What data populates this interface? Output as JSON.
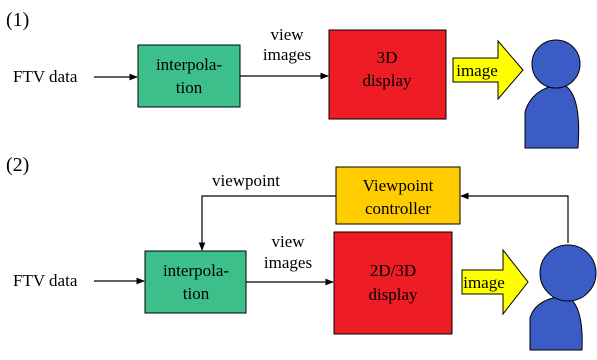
{
  "panel1": {
    "label": "(1)",
    "input": "FTV data",
    "interp": [
      "interpola-",
      "tion"
    ],
    "view_images": [
      "view",
      "images"
    ],
    "display": [
      "3D",
      "display"
    ],
    "image": "image"
  },
  "panel2": {
    "label": "(2)",
    "input": "FTV data",
    "interp": [
      "interpola-",
      "tion"
    ],
    "view_images": [
      "view",
      "images"
    ],
    "display": [
      "2D/3D",
      "display"
    ],
    "image": "image",
    "viewpoint": "viewpoint",
    "controller": [
      "Viewpoint",
      "controller"
    ]
  },
  "colors": {
    "interp": "#3dbf8c",
    "display": "#ee1c24",
    "controller": "#ffcc00",
    "arrow": "#ffff00",
    "person": "#3a5cc4"
  }
}
